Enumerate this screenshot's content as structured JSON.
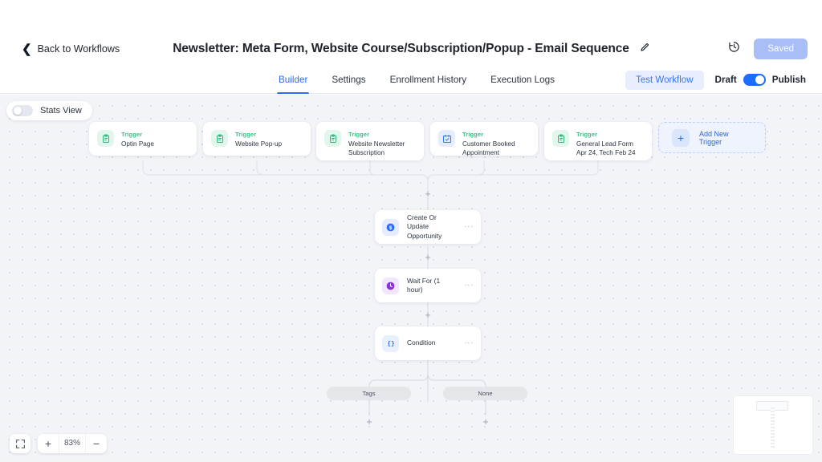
{
  "header": {
    "back_label": "Back to Workflows",
    "back_icon": "chevron-left-icon",
    "title": "Newsletter: Meta Form, Website Course/Subscription/Popup - Email Sequence",
    "edit_icon": "pencil-icon",
    "history_icon": "clock-history-icon",
    "saved_label": "Saved",
    "saved_color": "#a9bdf7"
  },
  "tabs": [
    {
      "label": "Builder",
      "active": true
    },
    {
      "label": "Settings",
      "active": false
    },
    {
      "label": "Enrollment History",
      "active": false
    },
    {
      "label": "Execution Logs",
      "active": false
    }
  ],
  "tabbar_right": {
    "test_workflow_label": "Test Workflow",
    "draft_label": "Draft",
    "publish_label": "Publish",
    "toggle_state": "on",
    "accent_color": "#2f6bf3"
  },
  "canvas": {
    "stats_view_label": "Stats View",
    "stats_view_state": "off",
    "add_trigger_label": "Add New Trigger",
    "add_trigger_icon": "plus-icon"
  },
  "triggers": [
    {
      "kind": "Trigger",
      "name": "Optin Page",
      "icon": "clipboard-icon",
      "icon_color": "green"
    },
    {
      "kind": "Trigger",
      "name": "Website Pop-up",
      "icon": "clipboard-icon",
      "icon_color": "green"
    },
    {
      "kind": "Trigger",
      "name": "Website Newsletter Subscription",
      "icon": "clipboard-icon",
      "icon_color": "green"
    },
    {
      "kind": "Trigger",
      "name": "Customer Booked Appointment",
      "icon": "calendar-check-icon",
      "icon_color": "blue"
    },
    {
      "kind": "Trigger",
      "name": "General Lead Form Apr 24, Tech Feb 24",
      "icon": "clipboard-icon",
      "icon_color": "green"
    }
  ],
  "flow_nodes": [
    {
      "name": "Create Or Update Opportunity",
      "icon": "dollar-circle-icon",
      "icon_color": "blue",
      "menu": "..."
    },
    {
      "name": "Wait For (1 hour)",
      "icon": "clock-icon",
      "icon_color": "purple",
      "menu": "..."
    },
    {
      "name": "Condition",
      "icon": "braces-icon",
      "icon_color": "blue",
      "menu": "..."
    }
  ],
  "branches": [
    {
      "label": "Tags"
    },
    {
      "label": "None"
    }
  ],
  "zoom": {
    "fit_icon": "fit-screen-icon",
    "zoom_in": "+",
    "level": "83%",
    "zoom_out": "−"
  },
  "minimap": {
    "name": "minimap"
  }
}
